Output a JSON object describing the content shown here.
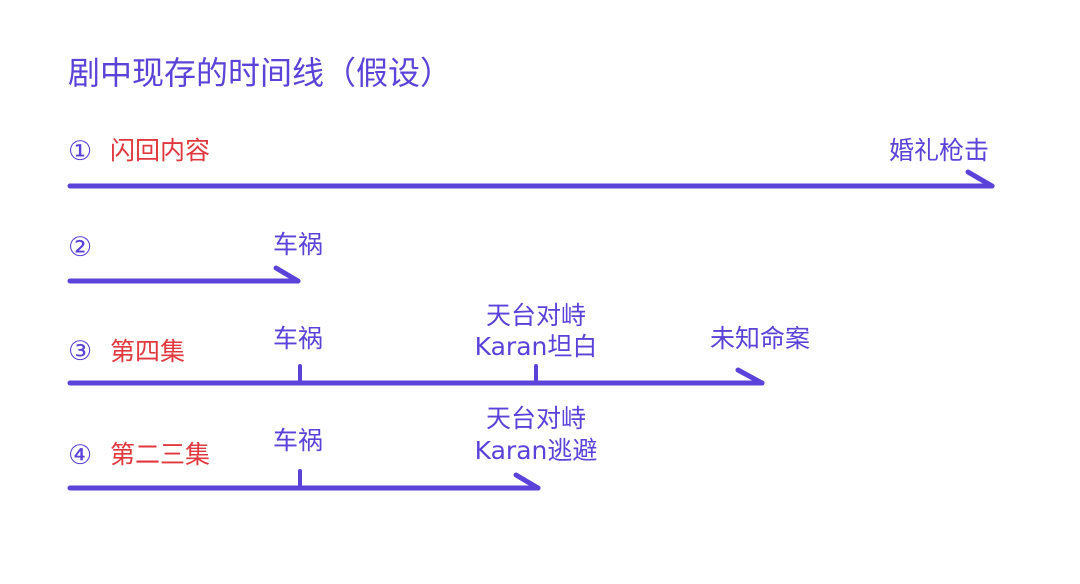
{
  "title": "剧中现存的时间线（假设）",
  "accent_color": "#5b42d9",
  "tag_color": "#e0383e",
  "timelines": [
    {
      "number": "①",
      "tag": "闪回内容",
      "events": [
        {
          "label": "婚礼枪击"
        }
      ]
    },
    {
      "number": "②",
      "tag": "",
      "events": [
        {
          "label": "车祸"
        }
      ]
    },
    {
      "number": "③",
      "tag": "第四集",
      "events": [
        {
          "label": "车祸"
        },
        {
          "label": "天台对峙",
          "label2": "Karan坦白"
        },
        {
          "label": "未知命案"
        }
      ]
    },
    {
      "number": "④",
      "tag": "第二三集",
      "events": [
        {
          "label": "车祸"
        },
        {
          "label": "天台对峙",
          "label2": "Karan逃避"
        }
      ]
    }
  ]
}
